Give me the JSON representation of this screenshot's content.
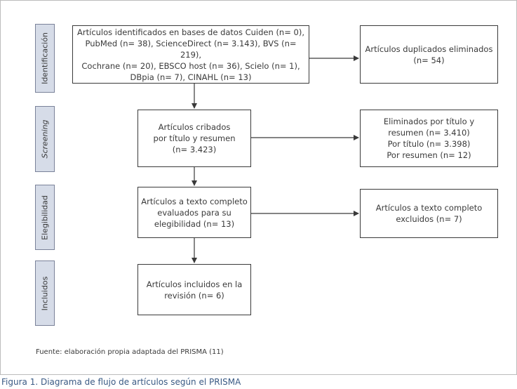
{
  "stages": {
    "identificacion": "Identificación",
    "screening": "Screening",
    "elegibilidad": "Elegibilidad",
    "incluidos": "Incluidos"
  },
  "boxes": {
    "identified": "Artículos identificados en bases de datos Cuiden (n= 0),\nPubMed (n= 38), ScienceDirect (n= 3.143), BVS (n= 219),\nCochrane (n= 20), EBSCO host (n= 36), Scielo (n= 1),\nDBpia (n= 7), CINAHL (n= 13)",
    "duplicates": "Artículos duplicados eliminados\n(n= 54)",
    "screened": "Artículos cribados\npor título y resumen\n(n= 3.423)",
    "eliminated": "Eliminados por título y\nresumen (n= 3.410)\nPor título (n= 3.398)\nPor resumen (n= 12)",
    "fulltext": "Artículos a texto completo\nevaluados para su\nelegibilidad (n= 13)",
    "excluded": "Artículos a texto completo\nexcluidos (n= 7)",
    "included": "Artículos incluidos en la\nrevisión (n= 6)"
  },
  "source": "Fuente: elaboración propia adaptada del PRISMA (11)",
  "caption": "Figura 1. Diagrama de flujo de artículos según el PRISMA",
  "colors": {
    "stage_fill": "#d6dce8",
    "caption": "#3a5a84"
  }
}
